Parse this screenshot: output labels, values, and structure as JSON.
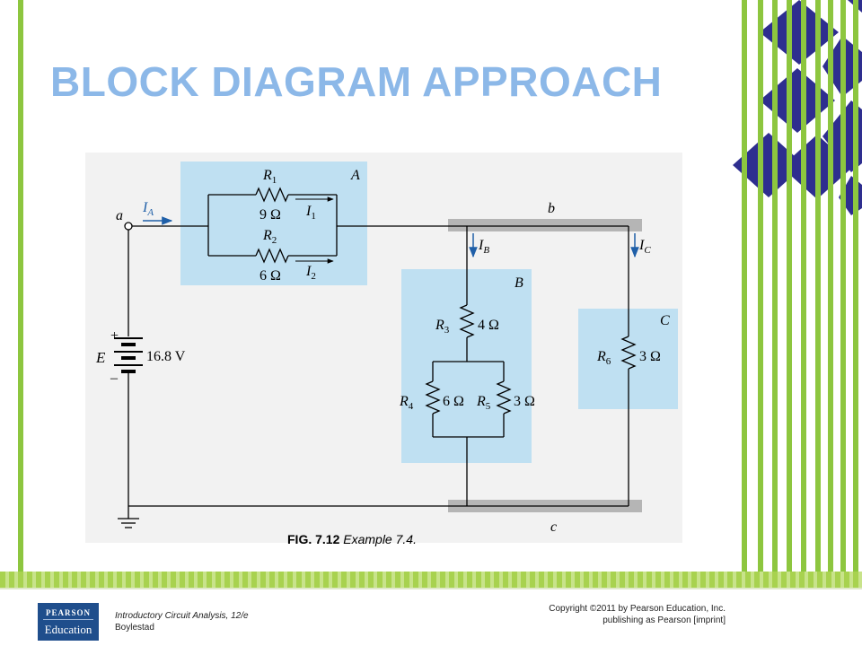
{
  "slide": {
    "title": "BLOCK DIAGRAM APPROACH"
  },
  "figure": {
    "caption_number": "FIG. 7.12",
    "caption_text": "Example 7.4."
  },
  "circuit": {
    "node_a": "a",
    "node_b": "b",
    "node_c": "c",
    "block_a": "A",
    "block_b": "B",
    "block_c": "C",
    "current_ia": "I",
    "current_ia_sub": "A",
    "current_i1": "I",
    "current_i1_sub": "1",
    "current_i2": "I",
    "current_i2_sub": "2",
    "current_ib": "I",
    "current_ib_sub": "B",
    "current_ic": "I",
    "current_ic_sub": "C",
    "r1_name": "R",
    "r1_sub": "1",
    "r1_value": "9 Ω",
    "r2_name": "R",
    "r2_sub": "2",
    "r2_value": "6 Ω",
    "r3_name": "R",
    "r3_sub": "3",
    "r3_value": "4 Ω",
    "r4_name": "R",
    "r4_sub": "4",
    "r4_value": "6 Ω",
    "r5_name": "R",
    "r5_sub": "5",
    "r5_value": "3 Ω",
    "r6_name": "R",
    "r6_sub": "6",
    "r6_value": "3 Ω",
    "source_name": "E",
    "source_value": "16.8 V",
    "plus": "+",
    "minus": "–"
  },
  "footer": {
    "logo_line1": "PEARSON",
    "logo_line2": "Education",
    "book_title": "Introductory Circuit Analysis, 12/e",
    "book_author": "Boylestad",
    "copyright_line1": "Copyright ©2011 by Pearson Education, Inc.",
    "copyright_line2": "publishing as Pearson [imprint]"
  },
  "colors": {
    "title": "#8cb8e8",
    "block_fill": "#bfe0f2",
    "bus_bar": "#b5b5b5",
    "stripe_green": "#8dc63f",
    "diamond_navy": "#2e2e8f"
  }
}
